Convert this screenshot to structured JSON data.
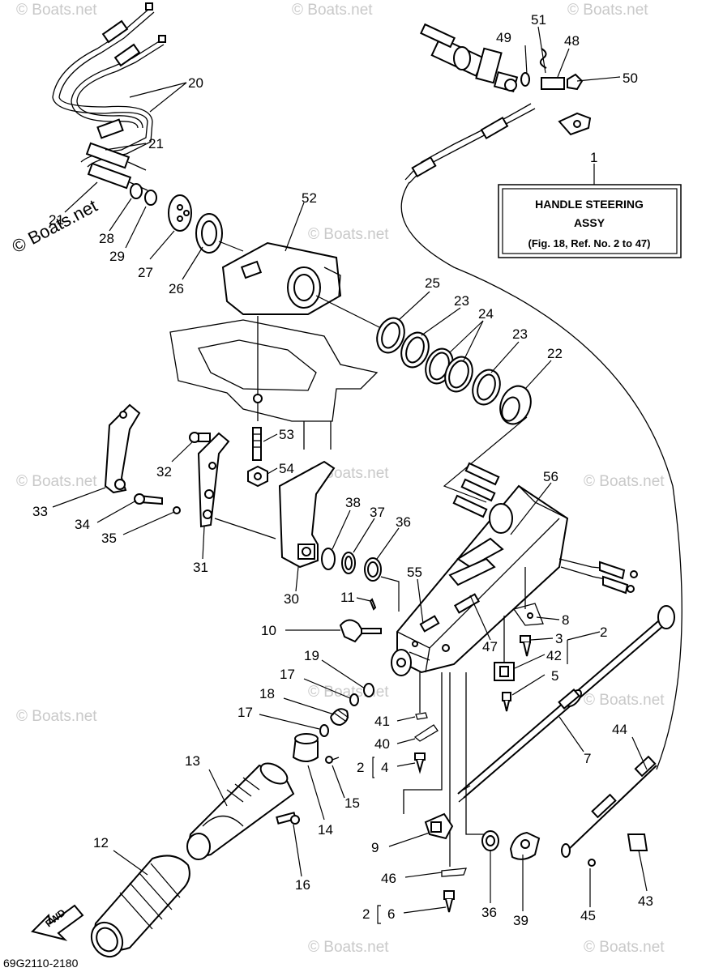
{
  "assembly_box": {
    "title": "HANDLE STEERING",
    "subtitle": "ASSY",
    "reference": "(Fig. 18, Ref. No. 2 to 47)",
    "ref_number": "1"
  },
  "diagram_code": "69G2110-2180",
  "fwd_label": "FWD",
  "watermark_main": "© Boats.net",
  "watermark_faint": "© Boats.net",
  "callouts": {
    "c20": "20",
    "c21a": "21",
    "c21b": "21",
    "c28": "28",
    "c29": "29",
    "c27": "27",
    "c26": "26",
    "c52": "52",
    "c25": "25",
    "c23a": "23",
    "c24": "24",
    "c23b": "23",
    "c22": "22",
    "c49": "49",
    "c51": "51",
    "c48": "48",
    "c50": "50",
    "c53": "53",
    "c54": "54",
    "c32": "32",
    "c33": "33",
    "c34": "34",
    "c35": "35",
    "c31": "31",
    "c30": "30",
    "c38": "38",
    "c37": "37",
    "c36a": "36",
    "c56": "56",
    "c55": "55",
    "c11": "11",
    "c10": "10",
    "c8": "8",
    "c3": "3",
    "c2a": "2",
    "c47": "47",
    "c42": "42",
    "c5": "5",
    "c19": "19",
    "c17a": "17",
    "c18": "18",
    "c17b": "17",
    "c41": "41",
    "c40": "40",
    "c2b": "2",
    "c4": "4",
    "c7": "7",
    "c44": "44",
    "c13": "13",
    "c14": "14",
    "c15": "15",
    "c9": "9",
    "c12": "12",
    "c16": "16",
    "c46": "46",
    "c2c": "2",
    "c6": "6",
    "c36b": "36",
    "c39": "39",
    "c45": "45",
    "c43": "43"
  }
}
